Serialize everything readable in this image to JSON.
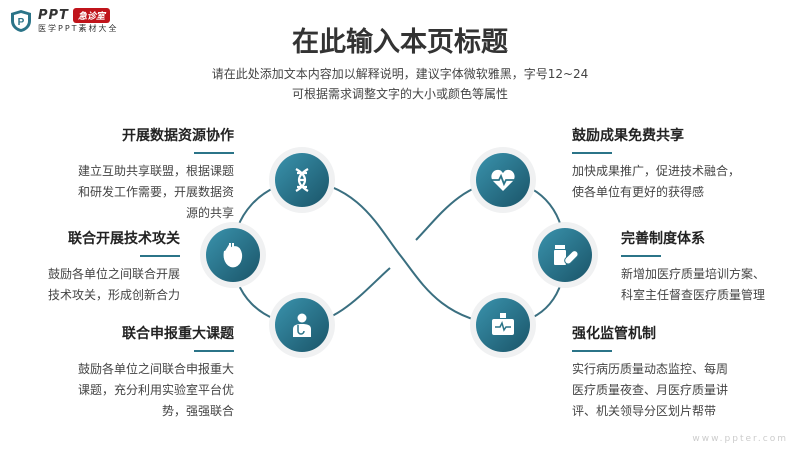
{
  "logo": {
    "brand": "PPT",
    "badge": "急诊室",
    "subtitle": "医学PPT素材大全"
  },
  "header": {
    "title": "在此输入本页标题",
    "desc_lines": [
      "请在此处添加文本内容加以解释说明，建议字体微软雅黑，字号12~24",
      "可根据需求调整文字的大小或颜色等属性"
    ]
  },
  "items": [
    {
      "title": "开展数据资源协作",
      "lines": [
        "建立互助共享联盟，根据课题",
        "和研发工作需要，开展数据资",
        "源的共享"
      ],
      "icon": "dna-icon"
    },
    {
      "title": "联合开展技术攻关",
      "lines": [
        "鼓励各单位之间联合开展",
        "技术攻关，形成创新合力"
      ],
      "icon": "heart-organ-icon"
    },
    {
      "title": "联合申报重大课题",
      "lines": [
        "鼓励各单位之间联合申报重大",
        "课题，充分利用实验室平台优",
        "势，强强联合"
      ],
      "icon": "doctor-icon"
    },
    {
      "title": "鼓励成果免费共享",
      "lines": [
        "加快成果推广，促进技术融合，",
        "使各单位有更好的获得感"
      ],
      "icon": "heart-pulse-icon"
    },
    {
      "title": "完善制度体系",
      "lines": [
        "新增加医疗质量培训方案、",
        "科室主任督查医疗质量管理"
      ],
      "icon": "pills-icon"
    },
    {
      "title": "强化监管机制",
      "lines": [
        "实行病历质量动态监控、每周",
        "医疗质量夜查、月医疗质量讲",
        "评、机关领导分区划片帮带"
      ],
      "icon": "monitor-icon"
    }
  ],
  "watermark": "www.ppter.com",
  "colors": {
    "accent": "#2b7488",
    "line": "#3a6f80"
  }
}
